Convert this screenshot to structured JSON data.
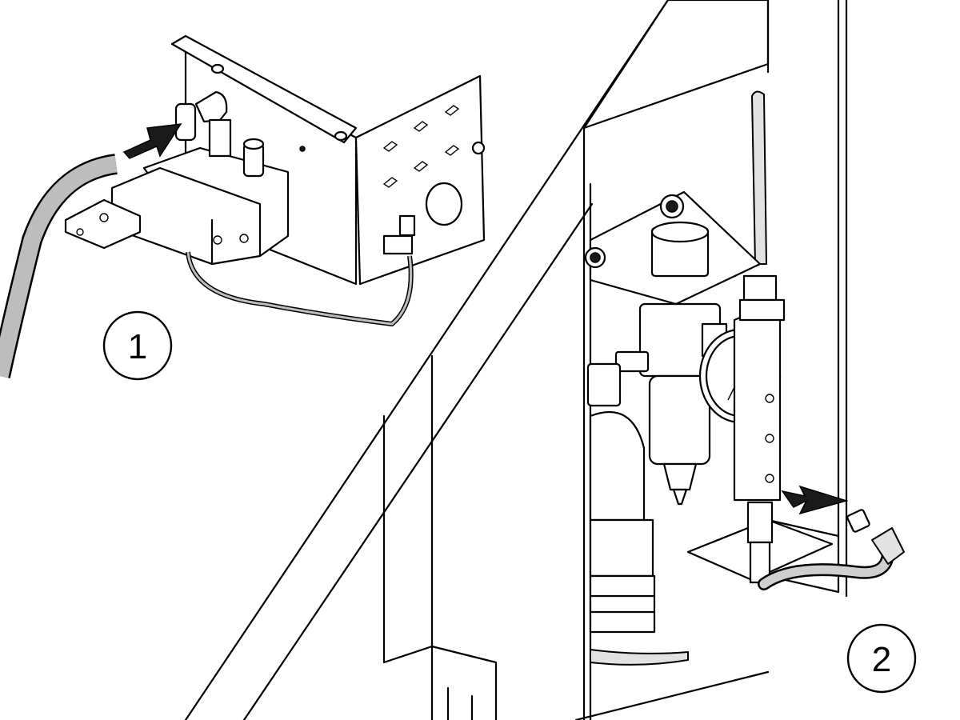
{
  "figure": {
    "callouts": [
      {
        "id": "callout-1",
        "label": "1"
      },
      {
        "id": "callout-2",
        "label": "2"
      }
    ],
    "colors": {
      "line": "#000000",
      "background": "#ffffff",
      "hose_fill": "#bdbdbd",
      "tube_fill": "#cfcfcf",
      "part_shade": "#e2e2e2"
    },
    "icons": [
      "arrow-right-icon",
      "gauge-icon"
    ]
  }
}
